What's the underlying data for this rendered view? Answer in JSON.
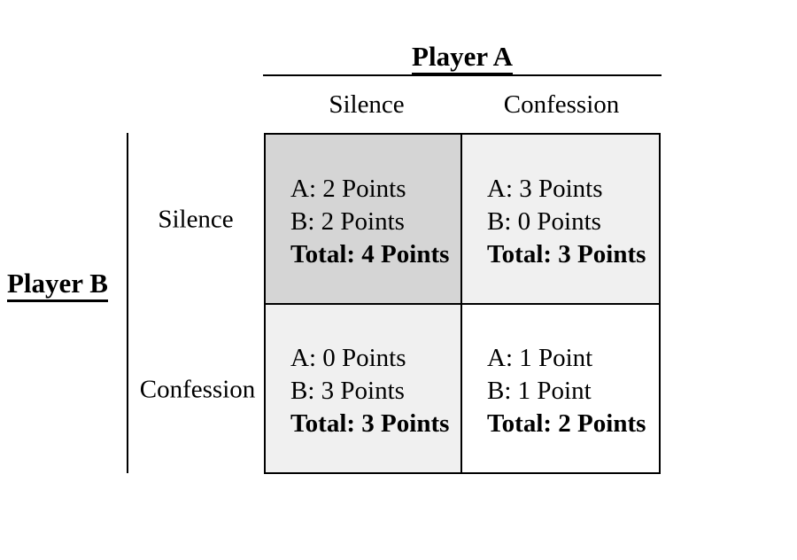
{
  "matrix": {
    "col_player": {
      "label": "Player A"
    },
    "row_player": {
      "label": "Player B"
    },
    "col_headers": [
      "Silence",
      "Confession"
    ],
    "row_headers": [
      "Silence",
      "Confession"
    ],
    "cells": [
      {
        "row": "Silence",
        "col": "Silence",
        "a": "A: 2 Points",
        "b": "B: 2 Points",
        "total": "Total: 4 Points",
        "bg": "#d5d5d5"
      },
      {
        "row": "Silence",
        "col": "Confession",
        "a": "A: 3 Points",
        "b": "B: 0 Points",
        "total": "Total: 3 Points",
        "bg": "#f0f0f0"
      },
      {
        "row": "Confession",
        "col": "Silence",
        "a": "A: 0 Points",
        "b": "B: 3 Points",
        "total": "Total: 3 Points",
        "bg": "#f0f0f0"
      },
      {
        "row": "Confession",
        "col": "Confession",
        "a": "A: 1 Point",
        "b": "B: 1 Point",
        "total": "Total: 2 Points",
        "bg": "#ffffff"
      }
    ],
    "colors": {
      "mutual_silence_cell": "#d5d5d5",
      "mixed_cells": "#f0f0f0",
      "mutual_confession_cell": "#ffffff",
      "line": "#000000"
    }
  }
}
